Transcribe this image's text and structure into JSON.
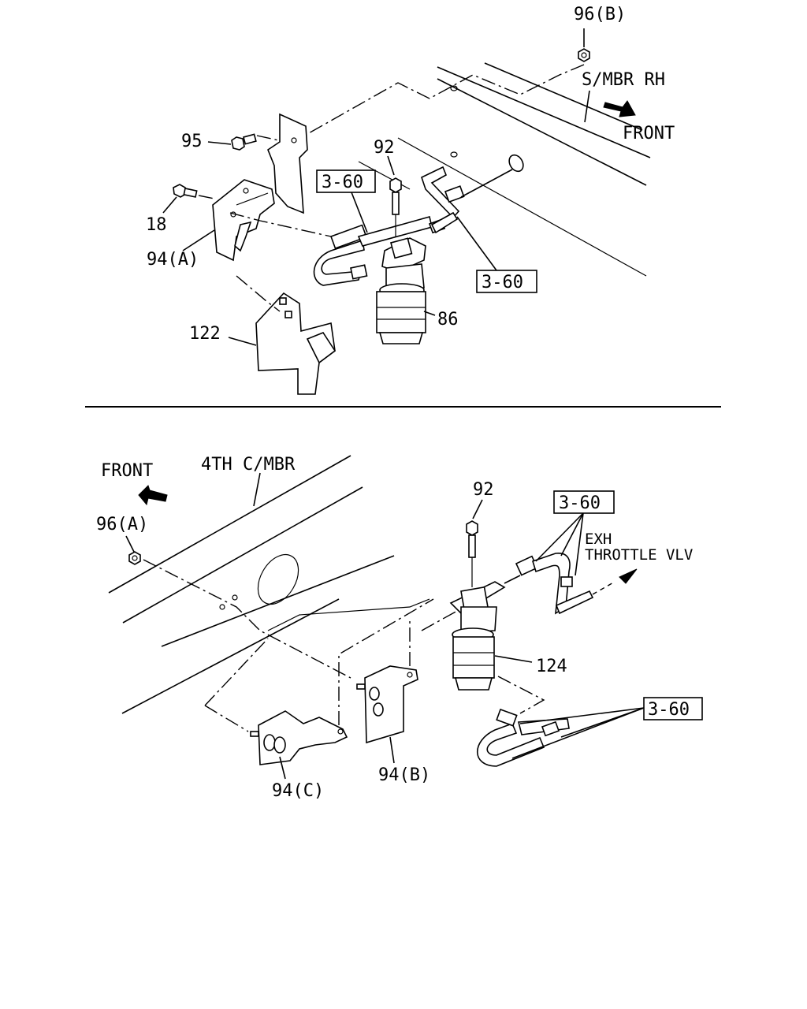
{
  "top_view": {
    "labels": {
      "nut_96b": "96(B)",
      "frame_label": "S/MBR RH",
      "front_label": "FRONT",
      "bolt_95": "95",
      "bolt_92": "92",
      "ref_3_60_left": "3-60",
      "ref_3_60_right": "3-60",
      "bolt_18": "18",
      "bracket_94a": "94(A)",
      "cover_122": "122",
      "part_86": "86"
    }
  },
  "bottom_view": {
    "labels": {
      "front_label": "FRONT",
      "frame_label": "4TH C/MBR",
      "nut_96a": "96(A)",
      "bolt_92": "92",
      "ref_3_60_top": "3-60",
      "exh_line1": "EXH",
      "exh_line2": "THROTTLE VLV",
      "part_124": "124",
      "ref_3_60_bottom": "3-60",
      "bracket_94b": "94(B)",
      "bracket_94c": "94(C)"
    }
  },
  "icons": {
    "front_arrow_top": "front-arrow-icon",
    "front_arrow_bottom": "front-arrow-icon"
  }
}
